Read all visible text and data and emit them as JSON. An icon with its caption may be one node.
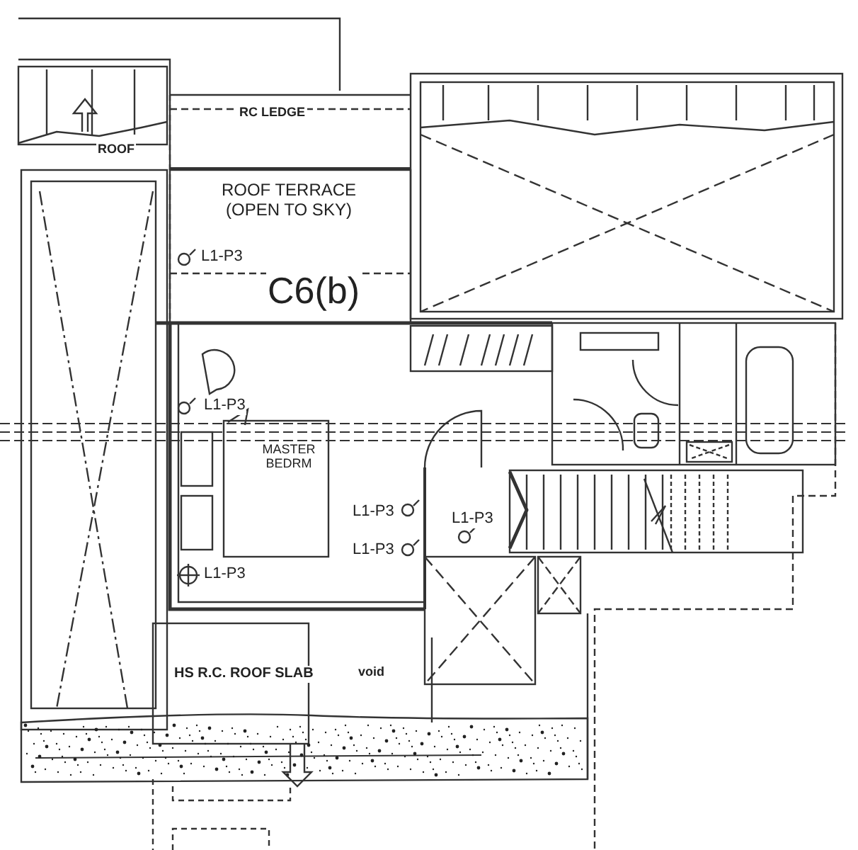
{
  "diagram": {
    "labels": [
      "RC LEDGE",
      "ROOF",
      "ROOF TERRACE (OPEN TO SKY)",
      "L1-P3",
      "C6(b)",
      "L1-P3",
      "MASTER BEDRM",
      "L1-P3",
      "L1-P3",
      "L1-P3",
      "L1-P3",
      "HS R.C. ROOF SLAB",
      "void"
    ]
  }
}
